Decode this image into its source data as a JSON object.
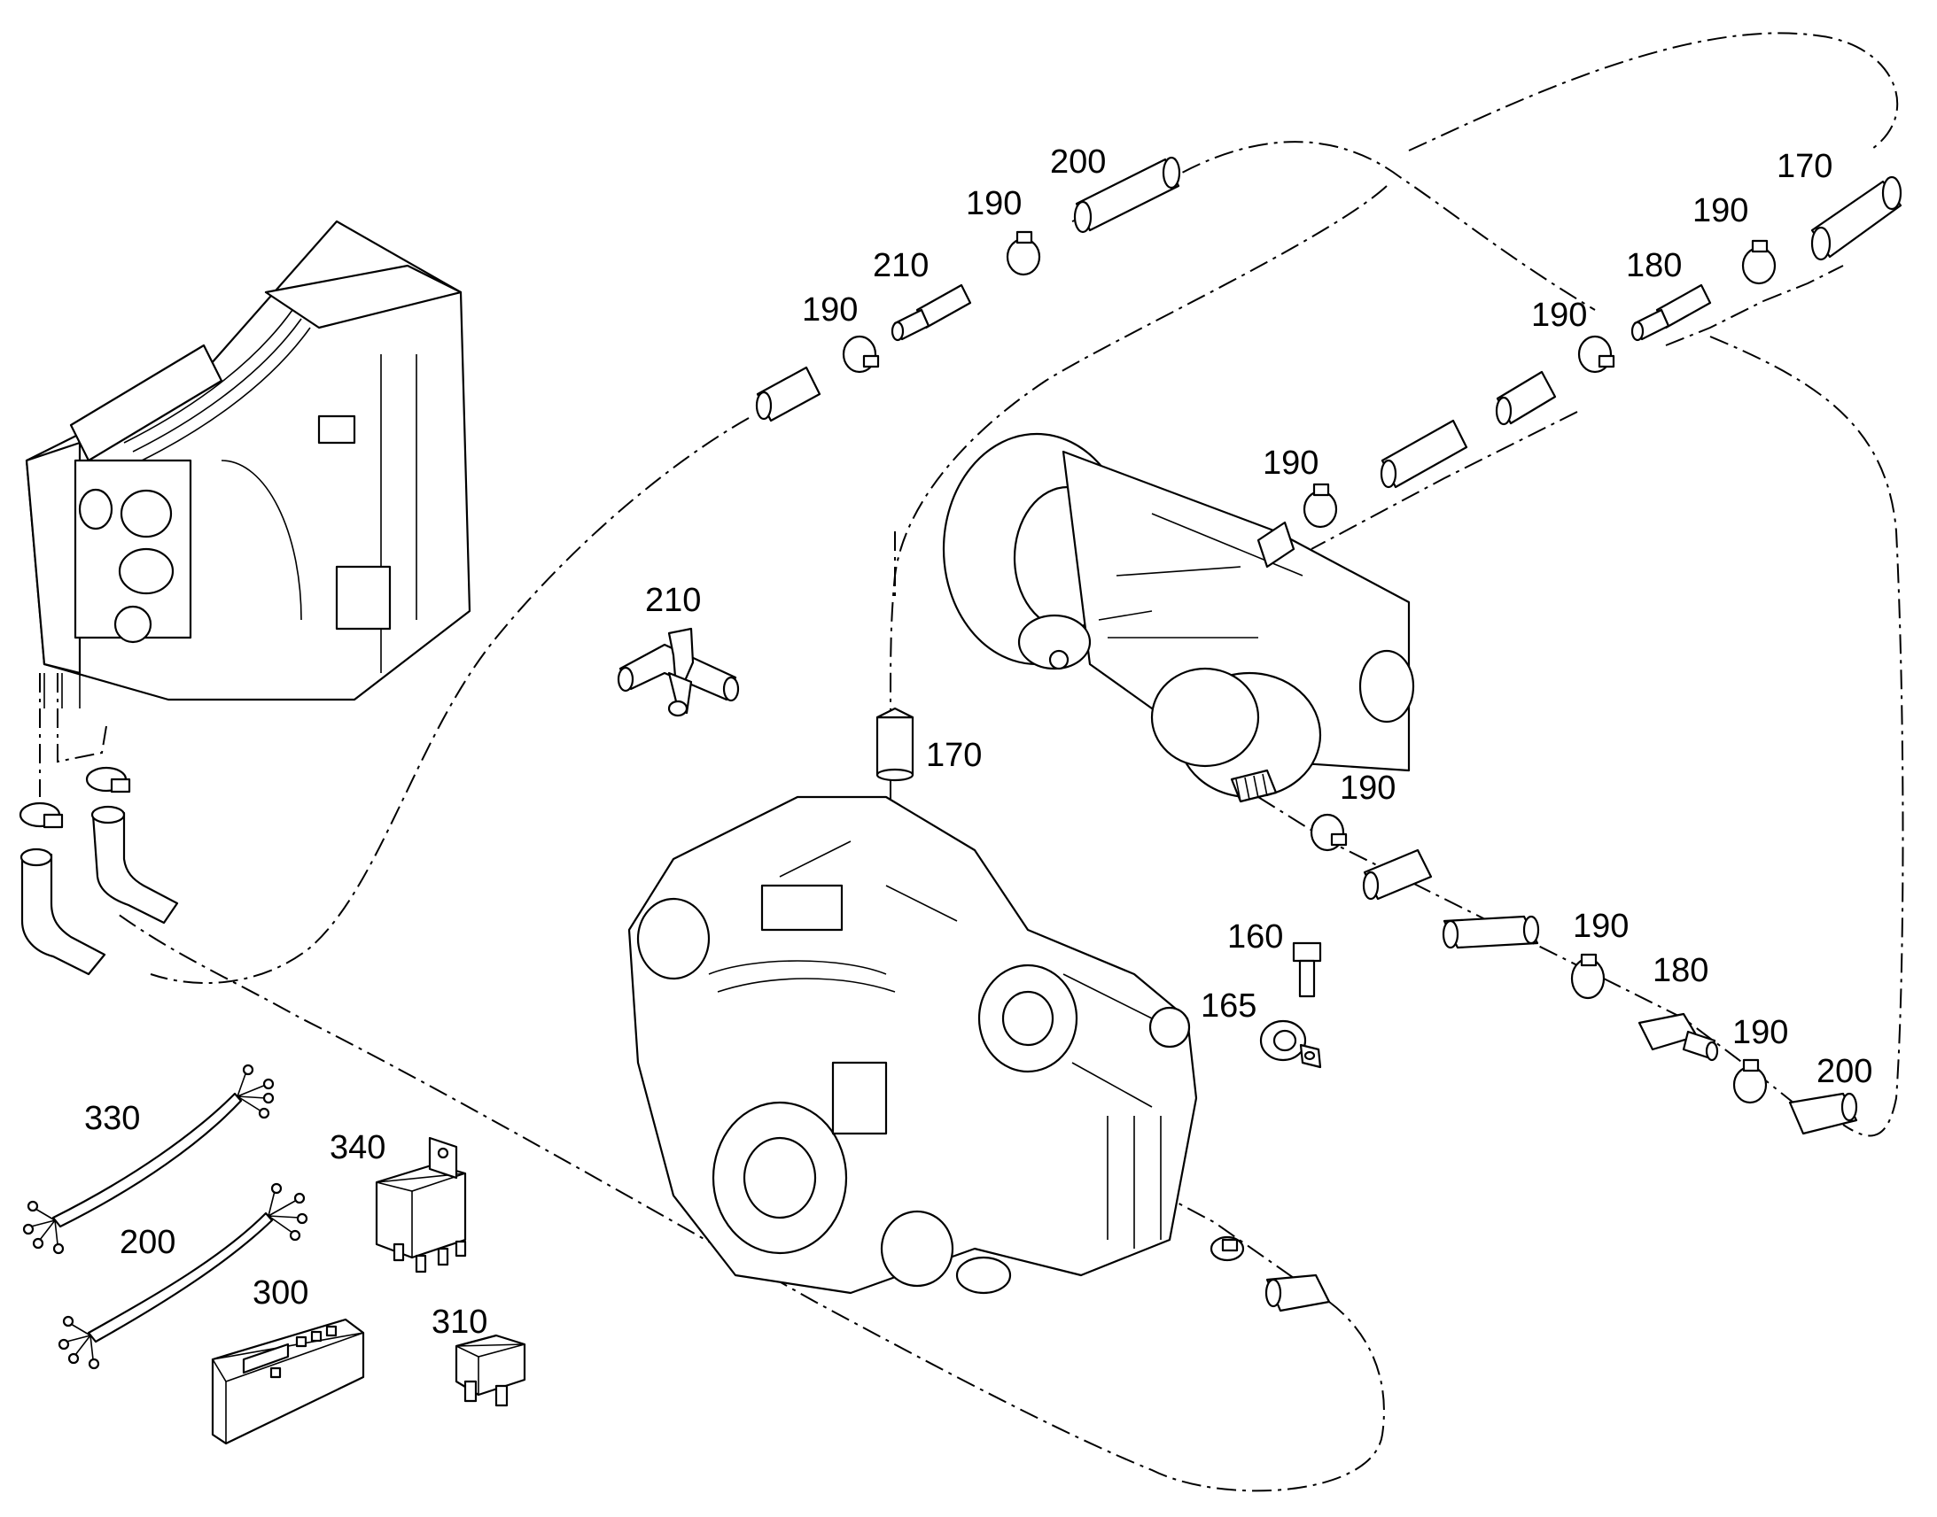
{
  "labels": {
    "l200_top": "200",
    "l190_a": "190",
    "l210_a": "210",
    "l190_b": "190",
    "l170_top": "170",
    "l190_c": "190",
    "l180_a": "180",
    "l190_d": "190",
    "l190_e": "190",
    "l210_b": "210",
    "l170_mid": "170",
    "l190_f": "190",
    "l160": "160",
    "l165": "165",
    "l190_g": "190",
    "l180_b": "180",
    "l190_h": "190",
    "l200_right": "200",
    "l330": "330",
    "l340": "340",
    "l200_harness": "200",
    "l300": "300",
    "l310": "310"
  }
}
